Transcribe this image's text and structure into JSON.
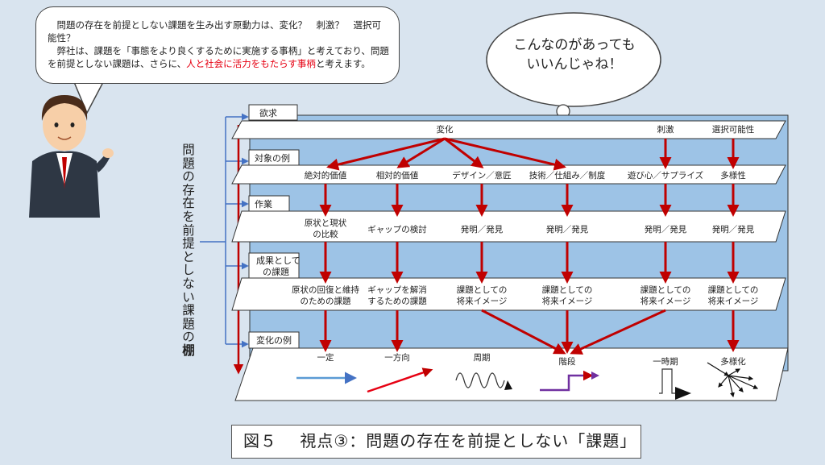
{
  "speech": {
    "line1": "問題の存在を前提としない課題を生み出す原動力は、変化？　刺激？　選択可能性？",
    "line2_a": "弊社は、課題を「事態をより良くするために実施する事柄」と考えており、問題を前提としない課題は、さらに、",
    "line2_red": "人と社会に活力をもたらす事柄",
    "line2_b": "と考えます。"
  },
  "thought": {
    "line1": "こんなのがあっても",
    "line2": "いいんじゃね！"
  },
  "vertical_title": "問題の存在を前提としない課題の棚",
  "shelf_labels": {
    "desire": "欲求",
    "target": "対象の例",
    "work": "作業",
    "result_1": "成果として",
    "result_2": "の課題",
    "change": "変化の例"
  },
  "desires": {
    "change": "変化",
    "stimulus": "刺激",
    "choice": "選択可能性"
  },
  "targets": [
    "絶対的価値",
    "相対的価値",
    "デザイン／意匠",
    "技術／仕組み／制度",
    "遊び心／サプライズ",
    "多様性"
  ],
  "works": [
    [
      "原状と現状",
      "の比較"
    ],
    [
      "ギャップの検討"
    ],
    [
      "発明／発見"
    ],
    [
      "発明／発見"
    ],
    [
      "発明／発見"
    ],
    [
      "発明／発見"
    ]
  ],
  "results": [
    [
      "原状の回復と維持",
      "のための課題"
    ],
    [
      "ギャップを解消",
      "するための課題"
    ],
    [
      "課題としての",
      "将来イメージ"
    ],
    [
      "課題としての",
      "将来イメージ"
    ],
    [
      "課題としての",
      "将来イメージ"
    ],
    [
      "課題としての",
      "将来イメージ"
    ]
  ],
  "changes": [
    "一定",
    "一方向",
    "周期",
    "階段",
    "一時期",
    "多様化"
  ],
  "caption": "図５　 視点③：問題の存在を前提としない「課題」",
  "colors": {
    "shelf_bg": "#9dc3e6",
    "arrow": "#c00000",
    "accent_red": "#e60012",
    "blue_arrow": "#5b9bd5",
    "purple": "#7030a0"
  }
}
